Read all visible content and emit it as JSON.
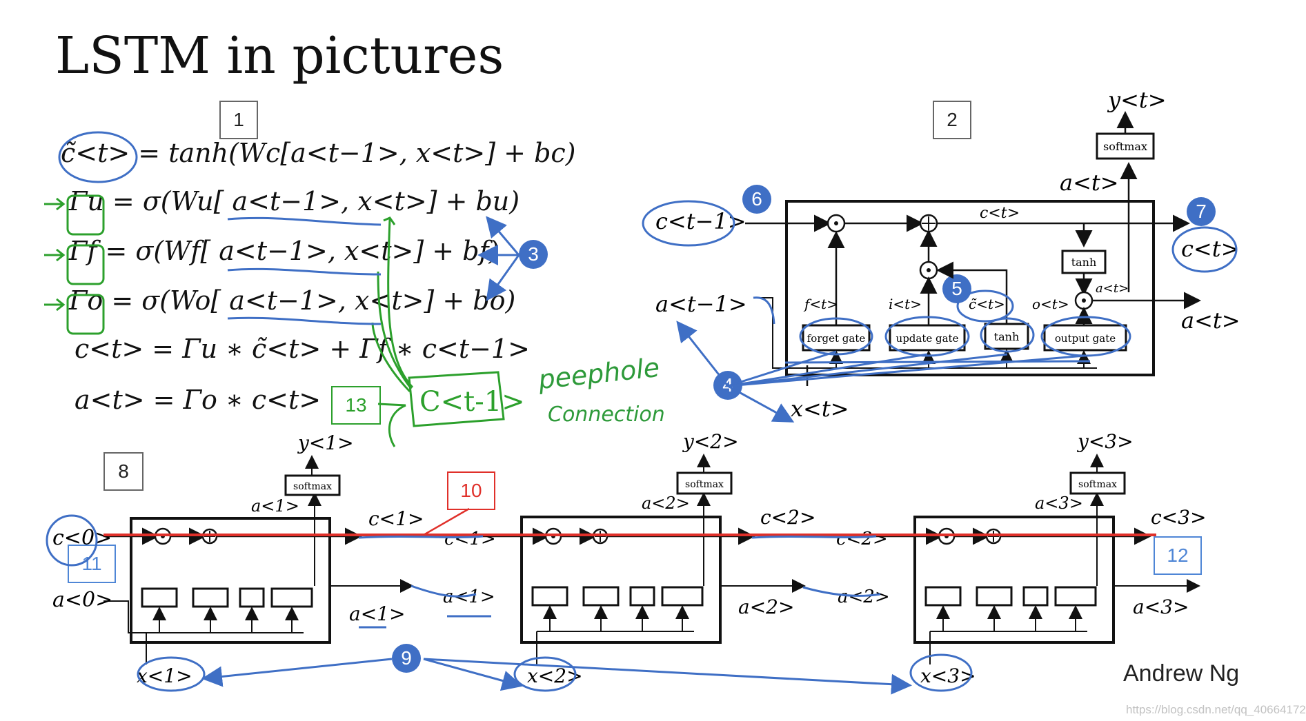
{
  "title": "LSTM in pictures",
  "equations": {
    "ctilde": "c̃<t> = tanh(Wc[a<t−1>, x<t>] + bc)",
    "gamma_u": "Γu = σ(Wu[ a<t−1>, x<t>] + bu)",
    "gamma_f": "Γf = σ(Wf[ a<t−1>, x<t>] + bf)",
    "gamma_o": "Γo = σ(Wo[ a<t−1>, x<t>] + bo)",
    "c_update": "c<t> = Γu ∗ c̃<t> + Γf ∗ c<t−1>",
    "a_output": "a<t> = Γo ∗ c<t>"
  },
  "annotations": {
    "box_1": "1",
    "box_2": "2",
    "box_8": "8",
    "box_10": "10",
    "box_11": "11",
    "box_12": "12",
    "box_13": "13",
    "badge_3": "3",
    "badge_4": "4",
    "badge_5": "5",
    "badge_6": "6",
    "badge_7": "7",
    "badge_9": "9",
    "peephole_line1": "peephole",
    "peephole_line2": "Connection",
    "handwritten_c": "C<t-1>"
  },
  "cell": {
    "gates": [
      "forget gate",
      "update gate",
      "tanh",
      "output gate"
    ],
    "softmax": "softmax",
    "tanh_small": "tanh",
    "labels": {
      "c_prev": "c<t−1>",
      "c_t": "c<t>",
      "a_prev": "a<t−1>",
      "a_t": "a<t>",
      "x_t": "x<t>",
      "y_t": "y<t>",
      "f_t": "f<t>",
      "i_t": "i<t>",
      "ctilde_t": "c̃<t>",
      "o_t": "o<t>"
    }
  },
  "chain": {
    "steps": [
      {
        "y": "y<1>",
        "a_top": "a<1>",
        "x": "x<1>",
        "c_out": "c<1>",
        "a_out": "a<1>"
      },
      {
        "y": "y<2>",
        "a_top": "a<2>",
        "x": "x<2>",
        "c_out": "c<2>",
        "a_out": "a<2>"
      },
      {
        "y": "y<3>",
        "a_top": "a<3>",
        "x": "x<3>",
        "c_out": "c<3>",
        "a_out": "a<3>"
      }
    ],
    "c0": "c<0>",
    "a0": "a<0>",
    "softmax": "softmax"
  },
  "author": "Andrew Ng",
  "watermark": "https://blog.csdn.net/qq_40664172",
  "colors": {
    "blue": "#3f6fc5",
    "green": "#2ca02c",
    "red": "#e0302a"
  }
}
